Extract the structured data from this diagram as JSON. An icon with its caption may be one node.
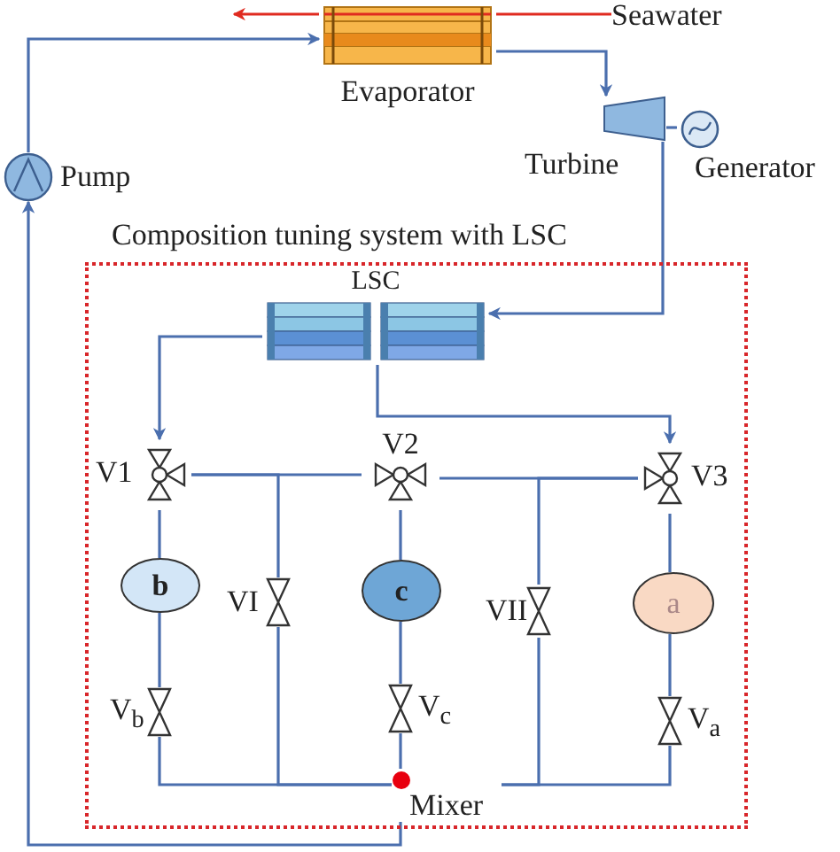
{
  "diagram": {
    "nodes": [
      {
        "text": [
          "Seawater"
        ]
      },
      {
        "text": [
          "Evaporator"
        ]
      },
      {
        "text": [
          "Pump"
        ]
      },
      {
        "text": [
          "Turbine"
        ]
      },
      {
        "text": [
          "Generator"
        ]
      },
      {
        "text": [
          "Composition tuning system with LSC"
        ]
      },
      {
        "text": [
          "LSC"
        ],
        "in": 5
      },
      {
        "text": [
          "V1"
        ],
        "in": 5
      },
      {
        "text": [
          "V2"
        ],
        "in": 5
      },
      {
        "text": [
          "V3"
        ],
        "in": 5
      },
      {
        "text": [
          "b"
        ],
        "in": 5
      },
      {
        "text": [
          "VI"
        ],
        "in": 5
      },
      {
        "text": [
          "c"
        ],
        "in": 5
      },
      {
        "text": [
          "VII"
        ],
        "in": 5
      },
      {
        "text": [
          "a"
        ],
        "in": 5
      },
      {
        "text": [
          "V$_{b}$"
        ],
        "in": 5
      },
      {
        "text": [
          "V$_{c}$"
        ],
        "in": 5
      },
      {
        "text": [
          "V$_{a}$"
        ],
        "in": 5
      },
      {
        "text": [
          "Mixer"
        ],
        "in": 5
      }
    ],
    "edges": [
      {
        "from": 0,
        "to": 1,
        "arrow": "none",
        "color": "#e02b20"
      },
      {
        "from": 1,
        "to": null,
        "arrow": "to",
        "color": "#e02b20"
      },
      {
        "from": 2,
        "to": 1,
        "arrow": "to"
      },
      {
        "from": 1,
        "to": 3,
        "arrow": "to"
      },
      {
        "from": 3,
        "to": 4,
        "arrow": "none"
      },
      {
        "from": 3,
        "to": 6,
        "arrow": "to"
      },
      {
        "from": 6,
        "to": 7,
        "arrow": "to"
      },
      {
        "from": 6,
        "to": 9,
        "arrow": "to"
      },
      {
        "from": 7,
        "to": 8,
        "arrow": "none"
      },
      {
        "from": 7,
        "to": 11,
        "arrow": "none"
      },
      {
        "from": 8,
        "to": 9,
        "arrow": "none"
      },
      {
        "from": 9,
        "to": 13,
        "arrow": "none"
      },
      {
        "from": 7,
        "to": 10,
        "arrow": "none"
      },
      {
        "from": 10,
        "to": 15,
        "arrow": "none"
      },
      {
        "from": 8,
        "to": 12,
        "arrow": "none"
      },
      {
        "from": 12,
        "to": 16,
        "arrow": "none"
      },
      {
        "from": 9,
        "to": 14,
        "arrow": "none"
      },
      {
        "from": 14,
        "to": 17,
        "arrow": "none"
      },
      {
        "from": 15,
        "to": 18,
        "arrow": "none"
      },
      {
        "from": 11,
        "to": 18,
        "arrow": "none"
      },
      {
        "from": 16,
        "to": 18,
        "arrow": "none"
      },
      {
        "from": 13,
        "to": 18,
        "arrow": "none"
      },
      {
        "from": 17,
        "to": 18,
        "arrow": "none"
      },
      {
        "from": 18,
        "to": 2,
        "arrow": "to"
      }
    ]
  }
}
